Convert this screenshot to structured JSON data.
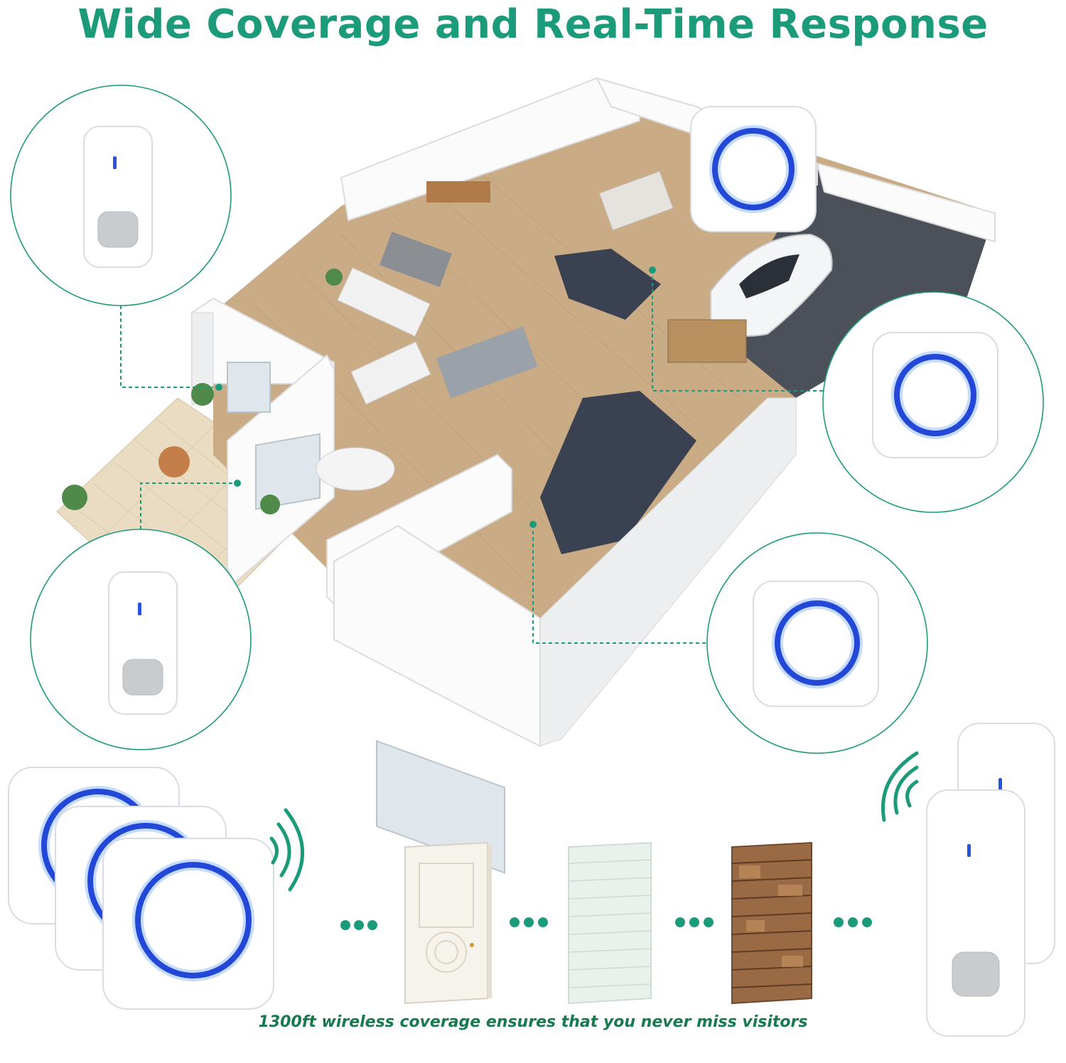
{
  "headline": "Wide Coverage and Real-Time Response",
  "caption": "1300ft wireless coverage ensures that you never miss visitors",
  "colors": {
    "accent": "#1c9b7a",
    "caption": "#177a4d",
    "ring": "#2348d8"
  },
  "illustration": {
    "house": "isometric-house-floorplan",
    "callouts": [
      {
        "device": "transmitter-button",
        "target": "patio-wall"
      },
      {
        "device": "receiver-chime",
        "target": "bathroom"
      },
      {
        "device": "receiver-chime",
        "target": "closet"
      },
      {
        "device": "transmitter-button",
        "target": "patio"
      },
      {
        "device": "receiver-chime",
        "target": "bedroom-corridor"
      }
    ],
    "obstacles": [
      "door",
      "brick-wall",
      "stone-wall"
    ],
    "icons": [
      "wireless-signal-icon",
      "wireless-signal-icon"
    ]
  }
}
